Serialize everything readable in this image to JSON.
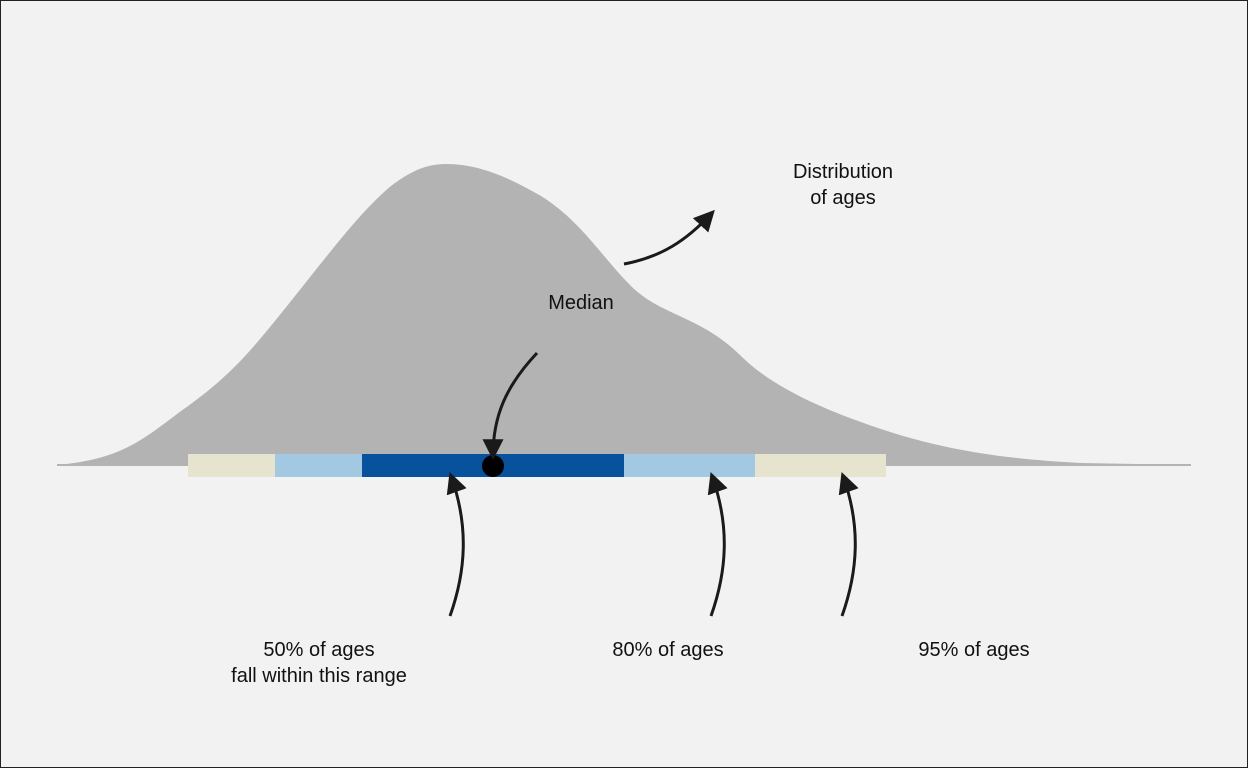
{
  "labels": {
    "distribution": [
      "Distribution",
      "of ages"
    ],
    "median": "Median",
    "range50": [
      "50% of ages",
      "fall within this range"
    ],
    "range80": "80% of ages",
    "range95": "95% of ages"
  },
  "colors": {
    "background": "#f2f2f2",
    "distribution_fill": "#b3b3b3",
    "band_95": "#e6e4cf",
    "band_80": "#a2c8e2",
    "band_50": "#08519c",
    "median_dot": "#000000",
    "arrow": "#1a1a1a"
  }
}
